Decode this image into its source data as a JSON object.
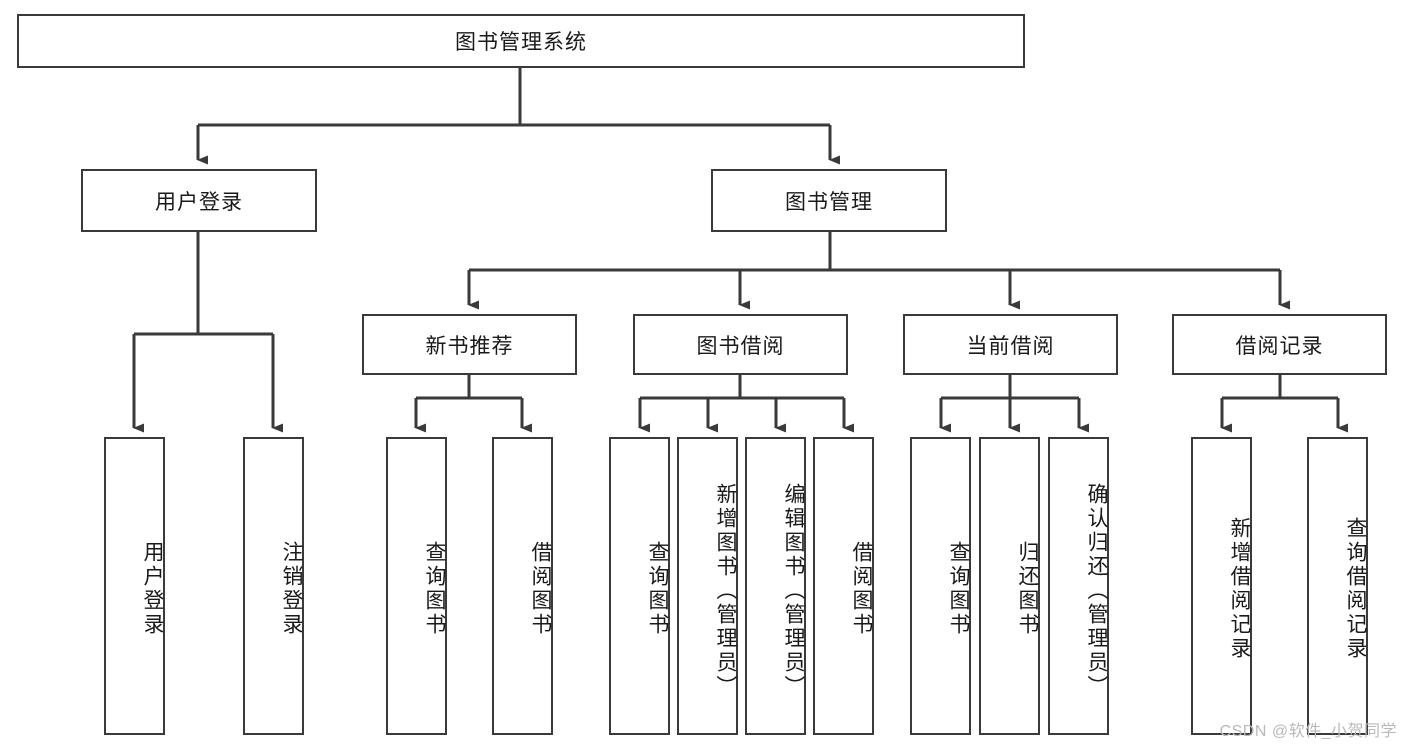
{
  "diagram": {
    "title": "图书管理系统",
    "type": "tree-hierarchy-chart",
    "colors": {
      "box_border": "#3a3a3a",
      "box_fill": "#ffffff",
      "connector": "#3a3a3a",
      "text": "#1a1a1a",
      "watermark": "#b9b9b9",
      "background": "#ffffff"
    },
    "root": {
      "label": "图书管理系统"
    },
    "level2": [
      {
        "label": "用户登录"
      },
      {
        "label": "图书管理"
      }
    ],
    "level3": [
      {
        "label": "新书推荐"
      },
      {
        "label": "图书借阅"
      },
      {
        "label": "当前借阅"
      },
      {
        "label": "借阅记录"
      }
    ],
    "leaves": {
      "user_login": [
        {
          "label": "用户登录"
        },
        {
          "label": "注销登录"
        }
      ],
      "new_book_recommend": [
        {
          "label": "查询图书"
        },
        {
          "label": "借阅图书"
        }
      ],
      "book_borrow": [
        {
          "label": "查询图书"
        },
        {
          "label": "新增图书（管理员）"
        },
        {
          "label": "编辑图书（管理员）"
        },
        {
          "label": "借阅图书"
        }
      ],
      "current_borrow": [
        {
          "label": "查询图书"
        },
        {
          "label": "归还图书"
        },
        {
          "label": "确认归还（管理员）"
        }
      ],
      "borrow_record": [
        {
          "label": "新增借阅记录"
        },
        {
          "label": "查询借阅记录"
        }
      ]
    }
  },
  "watermark": {
    "text": "CSDN @软件_小贺同学"
  }
}
